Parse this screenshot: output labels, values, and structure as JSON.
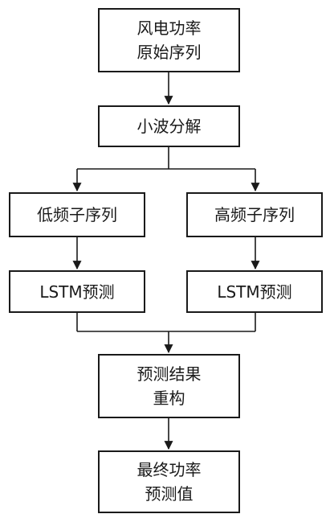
{
  "diagram": {
    "nodes": {
      "raw": "风电功率\n原始序列",
      "wave": "小波分解",
      "low": "低频子序列",
      "high": "高频子序列",
      "lstm1": "LSTM预测",
      "lstm2": "LSTM预测",
      "recon": "预测结果\n重构",
      "final": "最终功率\n预测值"
    },
    "edges": [
      [
        "raw",
        "wave"
      ],
      [
        "wave",
        "low"
      ],
      [
        "wave",
        "high"
      ],
      [
        "low",
        "lstm1"
      ],
      [
        "high",
        "lstm2"
      ],
      [
        "lstm1",
        "recon"
      ],
      [
        "lstm2",
        "recon"
      ],
      [
        "recon",
        "final"
      ]
    ]
  }
}
